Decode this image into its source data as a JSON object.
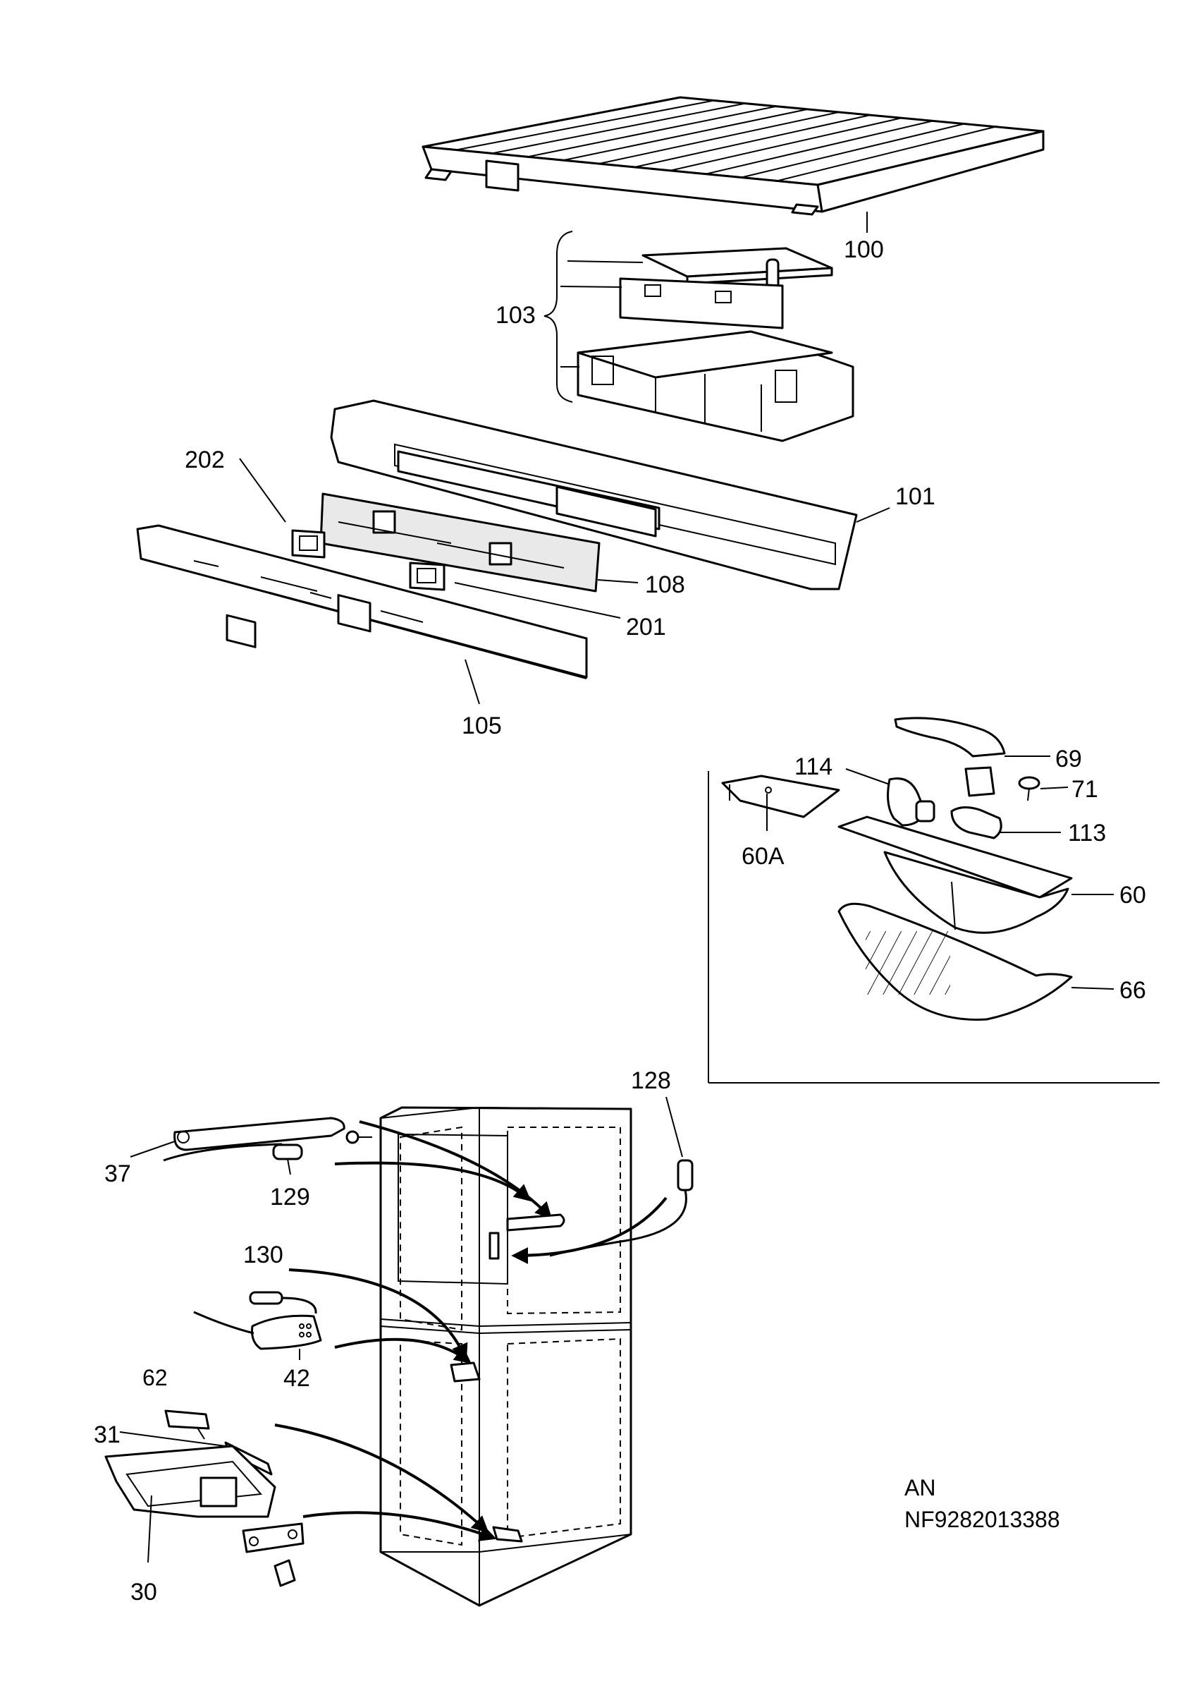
{
  "labels": {
    "l100": "100",
    "l103": "103",
    "l202": "202",
    "l101": "101",
    "l108": "108",
    "l201": "201",
    "l105": "105",
    "l69": "69",
    "l114": "114",
    "l71": "71",
    "l113": "113",
    "l60A": "60A",
    "l60": "60",
    "l66": "66",
    "l128": "128",
    "l37": "37",
    "l129": "129",
    "l130": "130",
    "l42": "42",
    "l62": "62",
    "l31": "31",
    "l30": "30"
  },
  "footer": {
    "variant": "AN",
    "code": "NF9282013388"
  }
}
